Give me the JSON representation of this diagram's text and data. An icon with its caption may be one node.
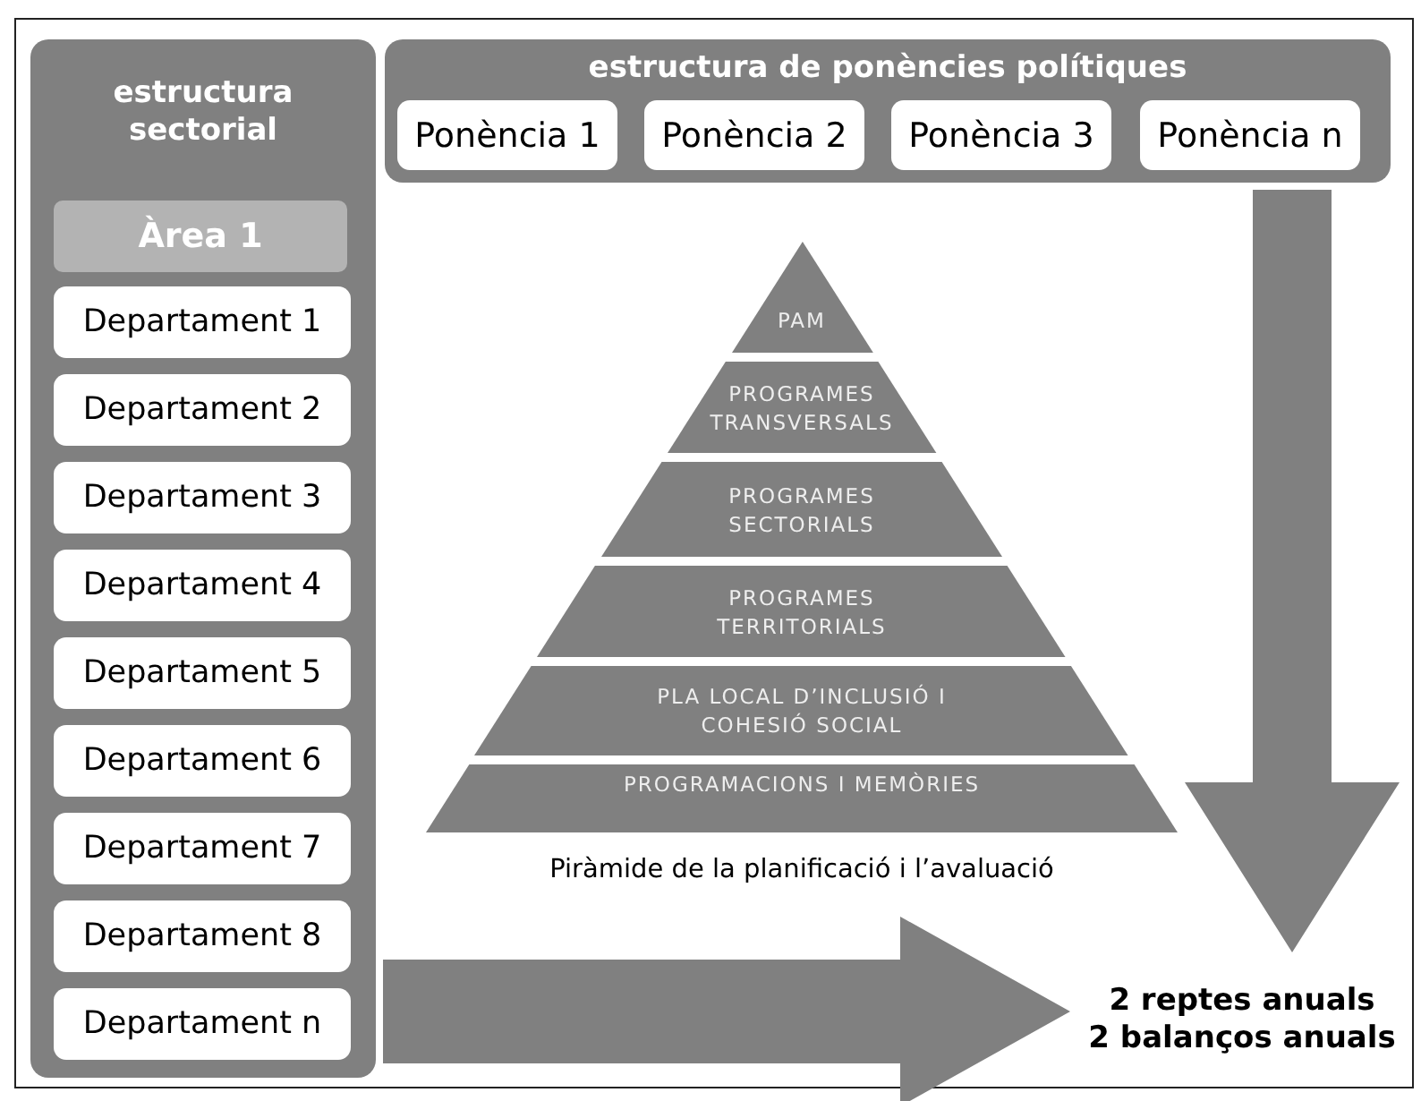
{
  "diagram": {
    "nodes": [
      {
        "text": [
          "estructura sectorial"
        ]
      },
      {
        "text": [
          "Àrea 1"
        ],
        "in": 0
      },
      {
        "text": [
          "Departament 1"
        ],
        "in": 0
      },
      {
        "text": [
          "Departament 2"
        ],
        "in": 0
      },
      {
        "text": [
          "Departament 3"
        ],
        "in": 0
      },
      {
        "text": [
          "Departament 4"
        ],
        "in": 0
      },
      {
        "text": [
          "Departament 5"
        ],
        "in": 0
      },
      {
        "text": [
          "Departament 6"
        ],
        "in": 0
      },
      {
        "text": [
          "Departament 7"
        ],
        "in": 0
      },
      {
        "text": [
          "Departament 8"
        ],
        "in": 0
      },
      {
        "text": [
          "Departament n"
        ],
        "in": 0
      },
      {
        "text": [
          "estructura de ponències polítiques"
        ]
      },
      {
        "text": [
          "Ponència 1"
        ],
        "in": 11
      },
      {
        "text": [
          "Ponència 2"
        ],
        "in": 11
      },
      {
        "text": [
          "Ponència 3"
        ],
        "in": 11
      },
      {
        "text": [
          "Ponència n"
        ],
        "in": 11
      },
      {
        "text": [
          "PAM"
        ]
      },
      {
        "text": [
          "PROGRAMES TRANSVERSALS"
        ]
      },
      {
        "text": [
          "PROGRAMES SECTORIALS"
        ]
      },
      {
        "text": [
          "PROGRAMES TERRITORIALS"
        ]
      },
      {
        "text": [
          "PLA LOCAL D’INCLUSIÓ I COHESIÓ SOCIAL"
        ]
      },
      {
        "text": [
          "PROGRAMACIONS I MEMÒRIES"
        ],
        "beside": [
          "Piràmide de la planificació i l’avaluació"
        ]
      },
      {
        "text": [
          "2 reptes anuals",
          "2 balanços anuals"
        ]
      }
    ],
    "edges": [
      {
        "from": 0,
        "to": 22,
        "arrow": "to",
        "style": "thick"
      },
      {
        "from": 11,
        "to": 22,
        "arrow": "to",
        "style": "thick"
      }
    ]
  }
}
